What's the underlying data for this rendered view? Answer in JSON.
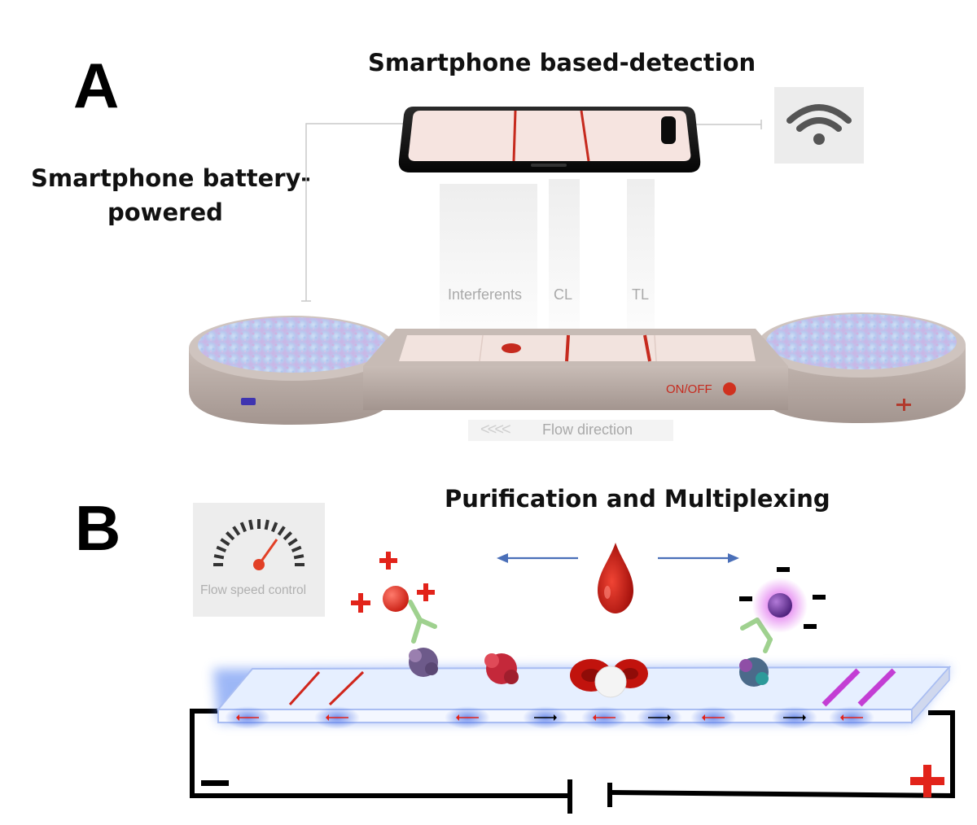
{
  "panels": {
    "a": {
      "letter": "A"
    },
    "b": {
      "letter": "B"
    }
  },
  "headings": {
    "detection": "Smartphone based-detection",
    "battery_line1": "Smartphone battery-",
    "battery_line2": "powered",
    "purification": "Purification and Multiplexing"
  },
  "device": {
    "zone_interferents": "Interferents",
    "zone_cl": "CL",
    "zone_tl": "TL",
    "switch_label": "ON/OFF",
    "flow_label": "Flow direction",
    "flow_arrows": "<<<<"
  },
  "gauge": {
    "label": "Flow speed control"
  },
  "signs": {
    "plus": "+",
    "minus": "−"
  },
  "colors": {
    "red": "#d0261c",
    "magenta": "#c02bd0",
    "blue_arrow": "#4a6fb8",
    "device_body": "#b9aca6",
    "strip_pad": "#f1e2dd"
  }
}
